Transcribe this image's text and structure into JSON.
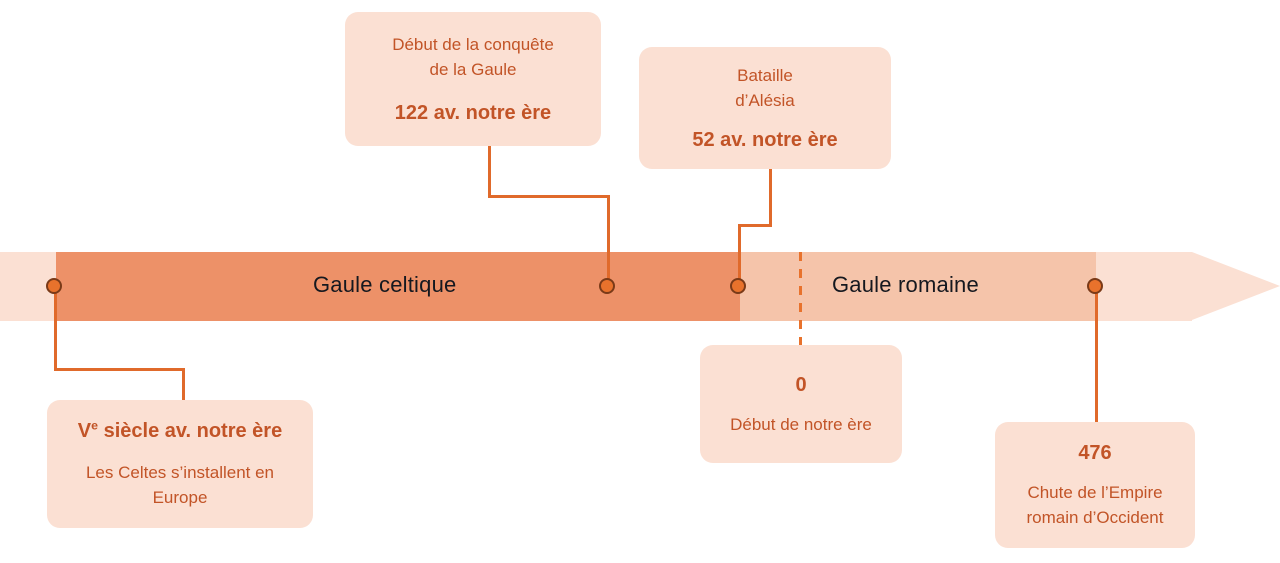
{
  "timeline": {
    "segments": [
      {
        "name": "pre-celtic",
        "label": ""
      },
      {
        "name": "gaule-celtique",
        "label": "Gaule celtique"
      },
      {
        "name": "gaule-romaine",
        "label": "Gaule romaine"
      },
      {
        "name": "post-roman",
        "label": ""
      }
    ],
    "era_labels": {
      "celtic": "Gaule celtique",
      "roman": "Gaule romaine"
    },
    "colors": {
      "band_light": "#FBE0D3",
      "band_dark": "#ED9168",
      "band_medium": "#F5C4AA",
      "accent": "#E8722C",
      "connector": "#E06A2B",
      "dot_ring": "#7A3A18",
      "card_bg": "#FBE0D3",
      "card_text": "#C25427",
      "era_text": "#15181F"
    }
  },
  "events": {
    "conquete": {
      "title_line1": "Début de la conquête",
      "title_line2": "de la Gaule",
      "year": "122 av. notre ère"
    },
    "alesia": {
      "title_line1": "Bataille",
      "title_line2": "d’Alésia",
      "year": "52 av. notre ère"
    },
    "celtes": {
      "year_prefix": "V",
      "year_sup": "e",
      "year_suffix": " siècle av. notre ère",
      "desc_line1": "Les Celtes s’installent en",
      "desc_line2": "Europe"
    },
    "zero": {
      "year": "0",
      "desc": "Début de notre ère"
    },
    "chute": {
      "year": "476",
      "desc_line1": "Chute de l’Empire",
      "desc_line2": "romain d’Occident"
    }
  }
}
